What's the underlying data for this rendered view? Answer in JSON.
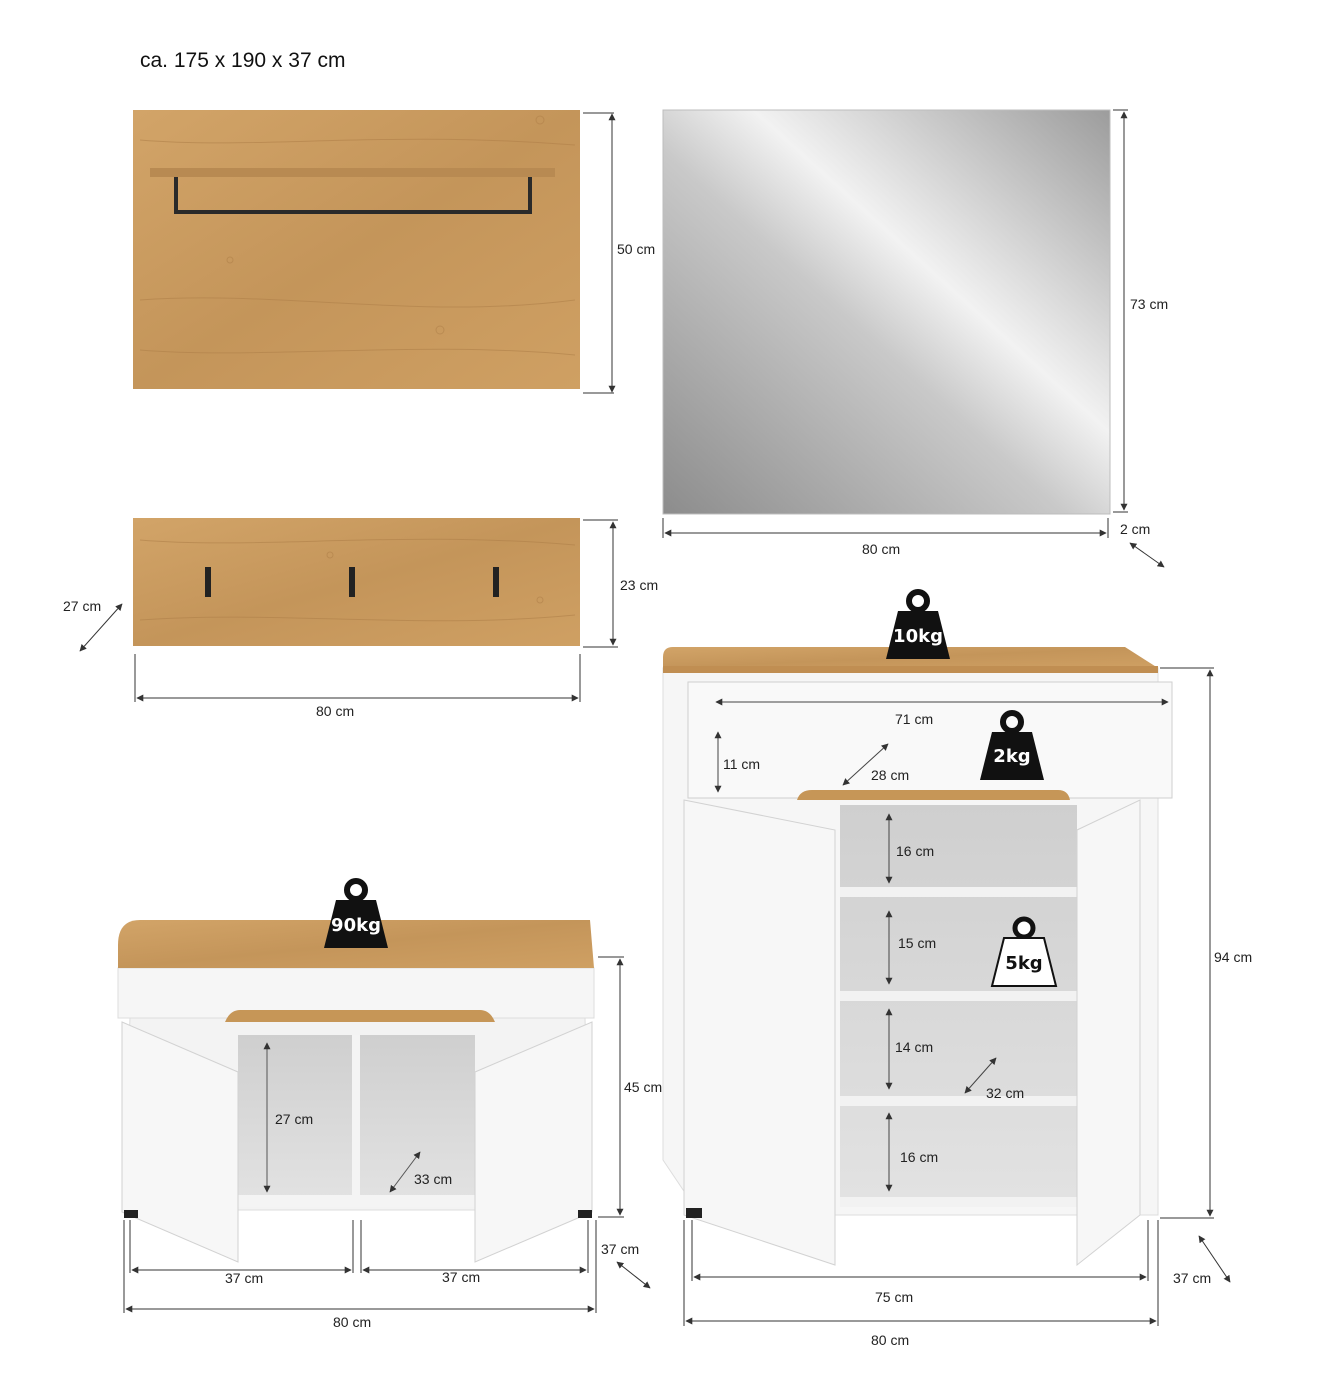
{
  "title": "ca. 175 x 190 x 37 cm",
  "colors": {
    "oak": "#C99A5F",
    "oak_dark": "#A97A42",
    "white_panel": "#F4F4F4",
    "interior": "#D9D9D9",
    "line": "#333333",
    "weight_icon": "#111111"
  },
  "coat_panel": {
    "height": "50 cm"
  },
  "mirror": {
    "height": "73 cm",
    "width": "80 cm",
    "depth": "2 cm"
  },
  "hook_board": {
    "depth": "27 cm",
    "height": "23 cm",
    "width": "80 cm"
  },
  "bench": {
    "load": "90kg",
    "inner_height": "27 cm",
    "inner_depth": "33 cm",
    "height": "45 cm",
    "depth": "37 cm",
    "compartment_left": "37 cm",
    "compartment_right": "37 cm",
    "width": "80 cm"
  },
  "shoe_cabinet": {
    "top_load": "10kg",
    "drawer_width": "71 cm",
    "drawer_height": "11 cm",
    "drawer_depth": "28 cm",
    "drawer_load": "2kg",
    "shelf_1": "16 cm",
    "shelf_2": "15 cm",
    "shelf_load": "5kg",
    "shelf_3": "14 cm",
    "shelf_depth": "32 cm",
    "shelf_4": "16 cm",
    "height": "94 cm",
    "depth": "37 cm",
    "inner_width": "75 cm",
    "width": "80 cm"
  }
}
